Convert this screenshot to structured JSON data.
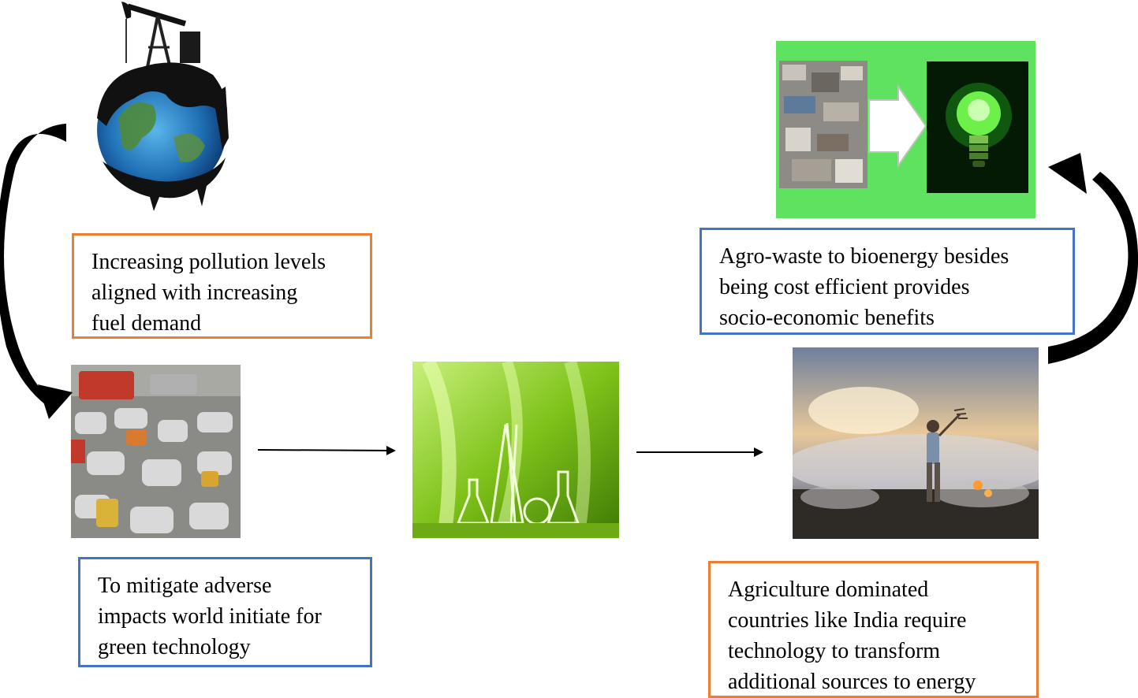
{
  "boxes": {
    "pollution": [
      "Increasing pollution levels",
      "aligned with increasing",
      "fuel demand"
    ],
    "mitigate": [
      "To mitigate adverse",
      "impacts world initiate for",
      "green technology"
    ],
    "agro_waste": [
      "Agro-waste to bioenergy besides",
      "being cost efficient provides",
      "socio-economic benefits"
    ],
    "agriculture": [
      "Agriculture dominated",
      "countries like India require",
      "technology to transform",
      "additional sources to energy"
    ]
  },
  "colors": {
    "box_orange": "#ed7d31",
    "box_blue": "#4472c4",
    "green_panel": "#5fe25f",
    "arrow": "#000000"
  },
  "images": {
    "globe": "oil-pump-globe-icon",
    "traffic": "traffic-jam-photo",
    "lab": "green-lab-glassware-photo",
    "field": "crop-burning-farmer-photo",
    "waste_to_energy": "waste-to-lightbulb-panel"
  }
}
